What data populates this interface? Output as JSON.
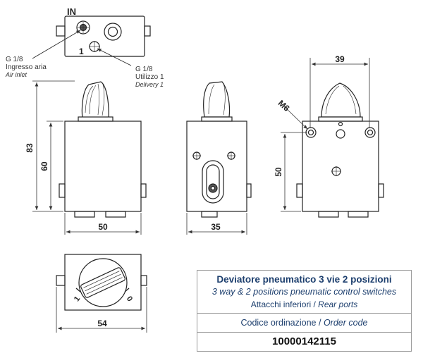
{
  "drawing": {
    "port_labels": {
      "inlet": "IN",
      "outlet": "1"
    },
    "inlet_callout": {
      "thread": "G 1/8",
      "label_it": "Ingresso aria",
      "label_en": "Air inlet"
    },
    "delivery_callout": {
      "thread": "G 1/8",
      "label_it": "Utilizzo 1",
      "label_en": "Delivery 1"
    },
    "dimensions": {
      "front_height_total": "83",
      "front_height_body": "60",
      "front_width": "50",
      "side_width": "35",
      "rear_top_width": "39",
      "rear_height": "50",
      "rear_thread": "M6",
      "bottom_width": "54"
    },
    "selector_positions": {
      "left": "1",
      "right": "0"
    }
  },
  "info_box": {
    "title_it": "Deviatore pneumatico 3 vie 2 posizioni",
    "title_en": "3 way & 2 positions pneumatic control switches",
    "ports_it": "Attacchi inferiori /",
    "ports_en": "Rear ports",
    "order_it": "Codice ordinazione /",
    "order_en": "Order code",
    "order_code": "10000142115"
  }
}
